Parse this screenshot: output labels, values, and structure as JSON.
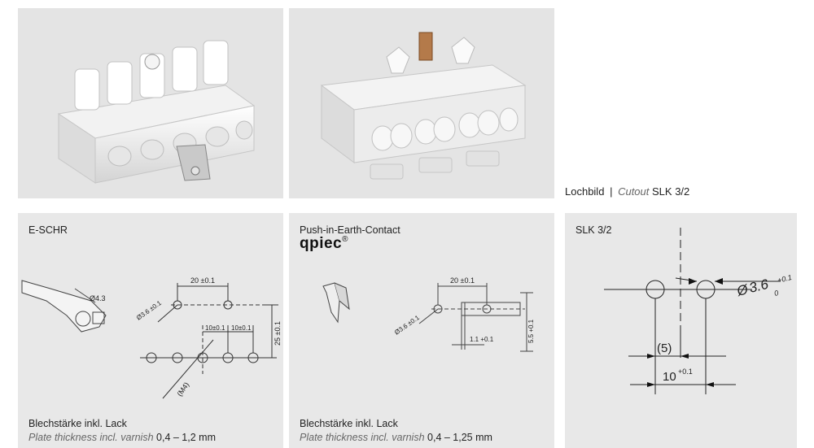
{
  "caption": {
    "prefix": "Lochbild",
    "divider": "|",
    "italic": "Cutout",
    "model": "SLK 3/2"
  },
  "panels": {
    "eschr": {
      "title": "E-SCHR",
      "note_line1": "Blechstärke inkl. Lack",
      "note_italic": "Plate thickness incl. varnish",
      "note_value": "0,4 – 1,2 mm",
      "dims": {
        "d43": "Ø4.3",
        "d36": "Ø3.6 ±0.1",
        "w20": "20 ±0.1",
        "w10a": "10±0.1",
        "w10b": "10±0.1",
        "h25": "25 ±0.1",
        "m4": "(M4)"
      }
    },
    "push": {
      "title": "Push-in-Earth-Contact",
      "brand": "qpiec",
      "reg": "®",
      "note_line1": "Blechstärke inkl. Lack",
      "note_italic": "Plate thickness incl. varnish",
      "note_value": "0,4 – 1,25 mm",
      "dims": {
        "d36": "Ø3.6 ±0.1",
        "w20": "20 ±0.1",
        "w11": "1.1 +0.1",
        "h55": "5.5 +0.1"
      }
    },
    "slk": {
      "title": "SLK 3/2",
      "dims": {
        "dia": "Ø",
        "dia_val": "3.6",
        "dia_tol_plus": "+0.1",
        "dia_tol_zero": "0",
        "half": "(5)",
        "full": "10",
        "full_tol": "+0.1"
      }
    }
  }
}
